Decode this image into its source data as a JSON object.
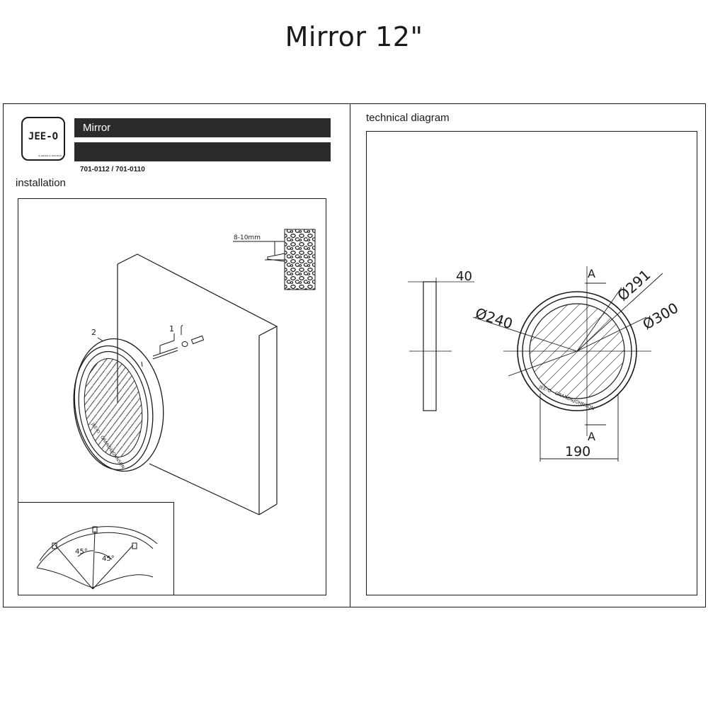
{
  "page": {
    "title": "Mirror 12\""
  },
  "header": {
    "logo_text": "JEE-O",
    "logo_subtext": "by GRAND & JOHNSON",
    "product_name": "Mirror",
    "subtitle": "",
    "model_numbers": "701-0112 / 701-0110"
  },
  "sections": {
    "installation_label": "installation",
    "technical_label": "technical diagram"
  },
  "installation": {
    "drill_spec": "8-10mm",
    "callout_1": "1",
    "callout_2": "2",
    "mirror_engraving": "JEE-O · GRAND&JOHNSON",
    "angle_left": "45°",
    "angle_right": "45°"
  },
  "technical": {
    "depth": "40",
    "dia_inner_glass": "Ø240",
    "dia_frame_inner": "Ø291",
    "dia_outer": "Ø300",
    "mount_spacing": "190",
    "section_mark": "A",
    "mirror_engraving": "JEE-O · GRAND&JOHNSON"
  }
}
